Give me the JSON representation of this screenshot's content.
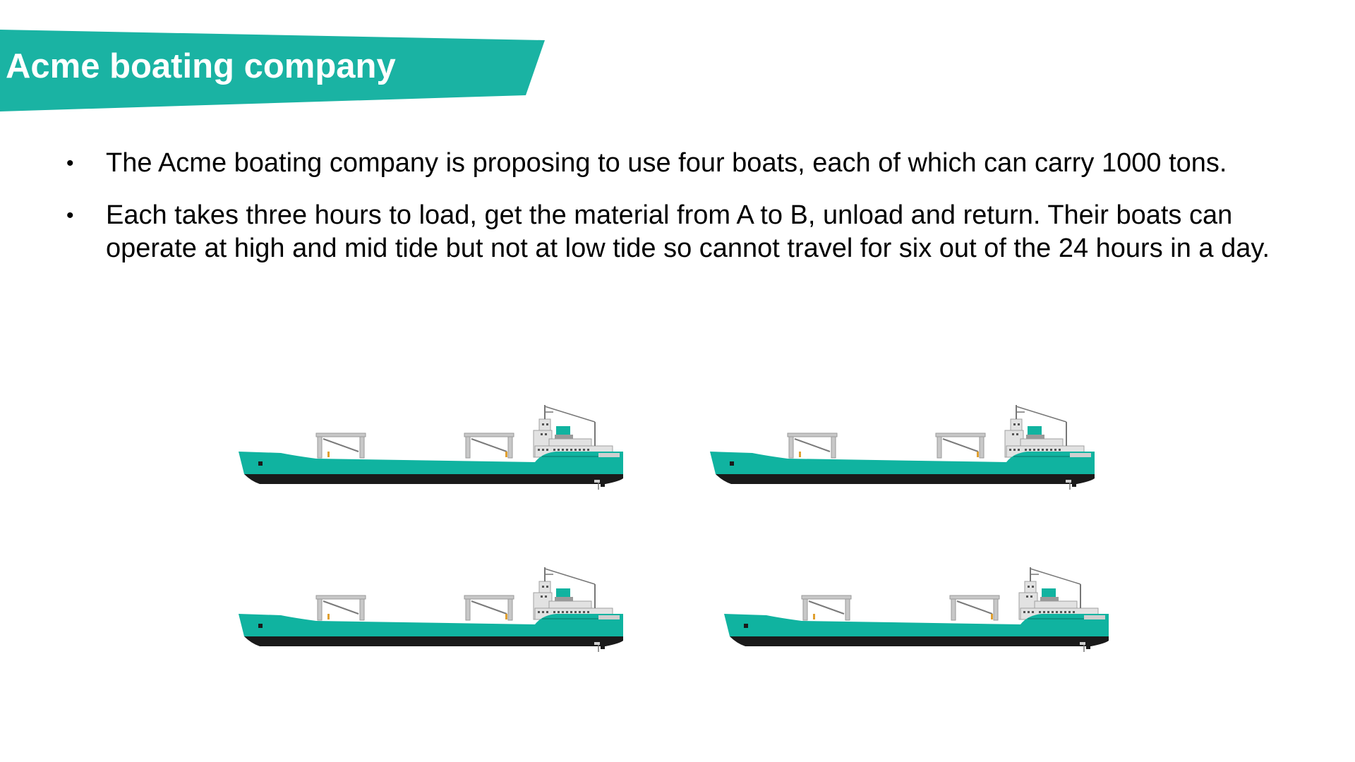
{
  "slide": {
    "title": "Acme boating company",
    "bullet_symbol": "•",
    "bullets": [
      "The Acme boating company is proposing to use four boats, each of which can carry 1000 tons.",
      "Each takes three hours to load, get the material from A to B, unload and return. Their boats can operate at high and mid tide but not at low tide so cannot travel for six out of the 24 hours in a day."
    ]
  },
  "colors": {
    "accent_teal": "#1AB3A3",
    "hull_teal": "#10B3A0",
    "hull_black": "#1A1A1A",
    "text": "#000000",
    "background": "#FFFFFF"
  },
  "illustration": {
    "icon": "cargo-ship-icon",
    "boat_count": 4
  }
}
